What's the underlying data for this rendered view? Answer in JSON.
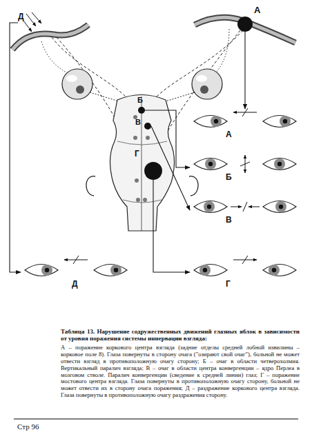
{
  "diagram": {
    "caption": "Таблица 13. Нарушение содружественных движений глазных яблок в зависимости от уровня поражения системы иннервации взгляда:",
    "nodes": [
      {
        "text": [
          "Д"
        ]
      },
      {
        "text": [
          "А"
        ]
      },
      {
        "text": [
          "Б"
        ]
      },
      {
        "text": [
          "В"
        ]
      },
      {
        "text": [
          "Г"
        ]
      },
      {
        "text": [
          "А"
        ]
      },
      {
        "text": [
          "Б"
        ]
      },
      {
        "text": [
          "В"
        ]
      },
      {
        "text": [
          "Г"
        ]
      },
      {
        "text": [
          "Д"
        ]
      }
    ],
    "edges": [
      {
        "from": 1,
        "to": 5,
        "arrow": "to"
      },
      {
        "from": 2,
        "to": 6,
        "arrow": "to"
      },
      {
        "from": 3,
        "to": 7,
        "arrow": "to"
      },
      {
        "from": 4,
        "to": 8,
        "arrow": "to"
      },
      {
        "from": 0,
        "to": 9,
        "arrow": "to"
      }
    ],
    "labels": [
      "А – поражение коркового центра взгляда (задние отделы средней лобной извилины – корковое поле 8). Глаза повернуты в сторону очага (\"озирают свой очаг\"), больной не может отвести взгляд в противоположную очагу сторону; Б – очаг в области четверохолмия. Вертикальный паралич взгляда; В – очаг в области центра конвергенции – ядро Перлеа в мозговом стволе. Паралич конвергенции (сведение к средней линии) глаз; Г – поражение мостового центра взгляда. Глаза повернуты в противоположную очагу сторону, больной не может отвести их в сторону очага поражения; Д – раздражение коркового центра взгляда. Глаза повернуты в противоположную очагу раздражения сторону.",
      "Стр 96"
    ]
  }
}
